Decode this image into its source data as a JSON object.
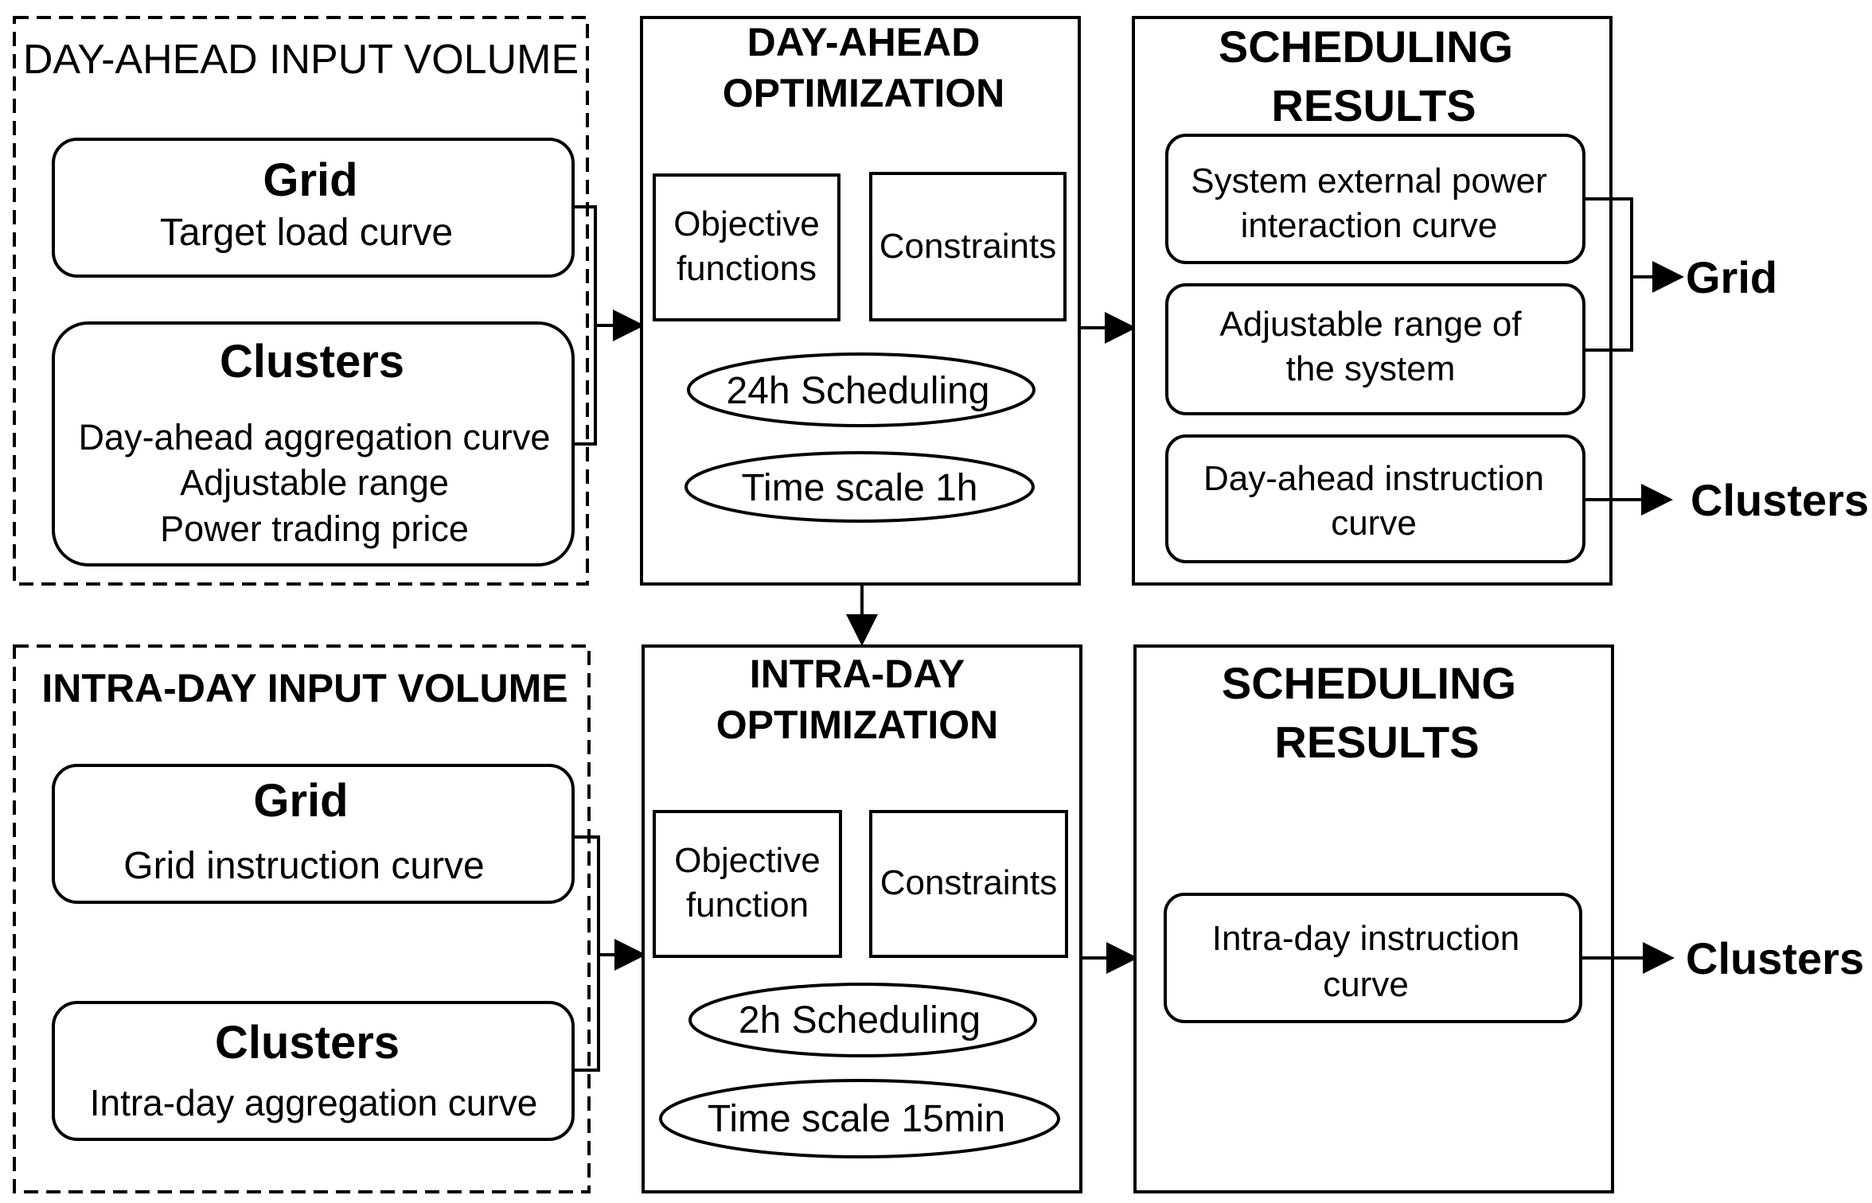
{
  "day_ahead": {
    "input": {
      "title": "DAY-AHEAD INPUT VOLUME",
      "grid": {
        "title": "Grid",
        "items": [
          "Target load curve"
        ]
      },
      "clusters": {
        "title": "Clusters",
        "items": [
          "Day-ahead aggregation curve",
          "Adjustable range",
          "Power trading price"
        ]
      }
    },
    "optimization": {
      "title_lines": [
        "DAY-AHEAD",
        "OPTIMIZATION"
      ],
      "objective_lines": [
        "Objective",
        "functions"
      ],
      "constraints": "Constraints",
      "scheduling": "24h Scheduling",
      "time_scale": "Time scale 1h"
    },
    "results": {
      "title_lines": [
        "SCHEDULING",
        "RESULTS"
      ],
      "items": [
        {
          "lines": [
            "System external power",
            "interaction curve"
          ]
        },
        {
          "lines": [
            "Adjustable range of",
            "the system"
          ]
        },
        {
          "lines": [
            "Day-ahead instruction",
            "curve"
          ]
        }
      ]
    },
    "outputs": {
      "grid": "Grid",
      "clusters": "Clusters"
    }
  },
  "intra_day": {
    "input": {
      "title": "INTRA-DAY INPUT VOLUME",
      "grid": {
        "title": "Grid",
        "items": [
          "Grid instruction curve"
        ]
      },
      "clusters": {
        "title": "Clusters",
        "items": [
          "Intra-day aggregation curve"
        ]
      }
    },
    "optimization": {
      "title_lines": [
        "INTRA-DAY",
        "OPTIMIZATION"
      ],
      "objective_lines": [
        "Objective",
        "function"
      ],
      "constraints": "Constraints",
      "scheduling": "2h Scheduling",
      "time_scale": "Time scale 15min"
    },
    "results": {
      "title_lines": [
        "SCHEDULING",
        "RESULTS"
      ],
      "items": [
        {
          "lines": [
            "Intra-day instruction",
            "curve"
          ]
        }
      ]
    },
    "outputs": {
      "clusters": "Clusters"
    }
  }
}
